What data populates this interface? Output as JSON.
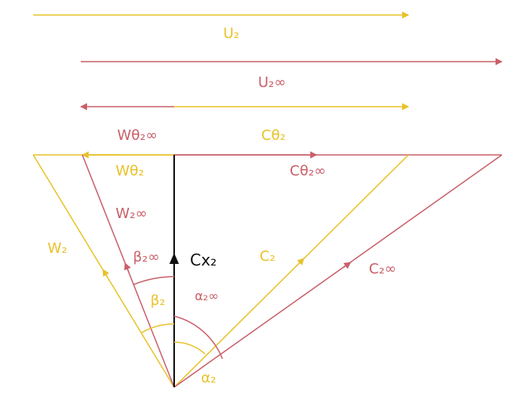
{
  "colors": {
    "yellow": "#e8c22b",
    "red": "#c9606a",
    "black": "#111111"
  },
  "labels": {
    "u2": "U₂",
    "u2inf": "U₂∞",
    "w_theta2inf": "Wθ₂∞",
    "c_theta2": "Cθ₂",
    "w_theta2": "Wθ₂",
    "c_theta2inf": "Cθ₂∞",
    "w2inf": "W₂∞",
    "w2": "W₂",
    "beta2inf": "β₂∞",
    "cx2": "Cx₂",
    "c2": "C₂",
    "c2inf": "C₂∞",
    "beta2": "β₂",
    "alpha2inf": "α₂∞",
    "alpha2": "α₂"
  }
}
